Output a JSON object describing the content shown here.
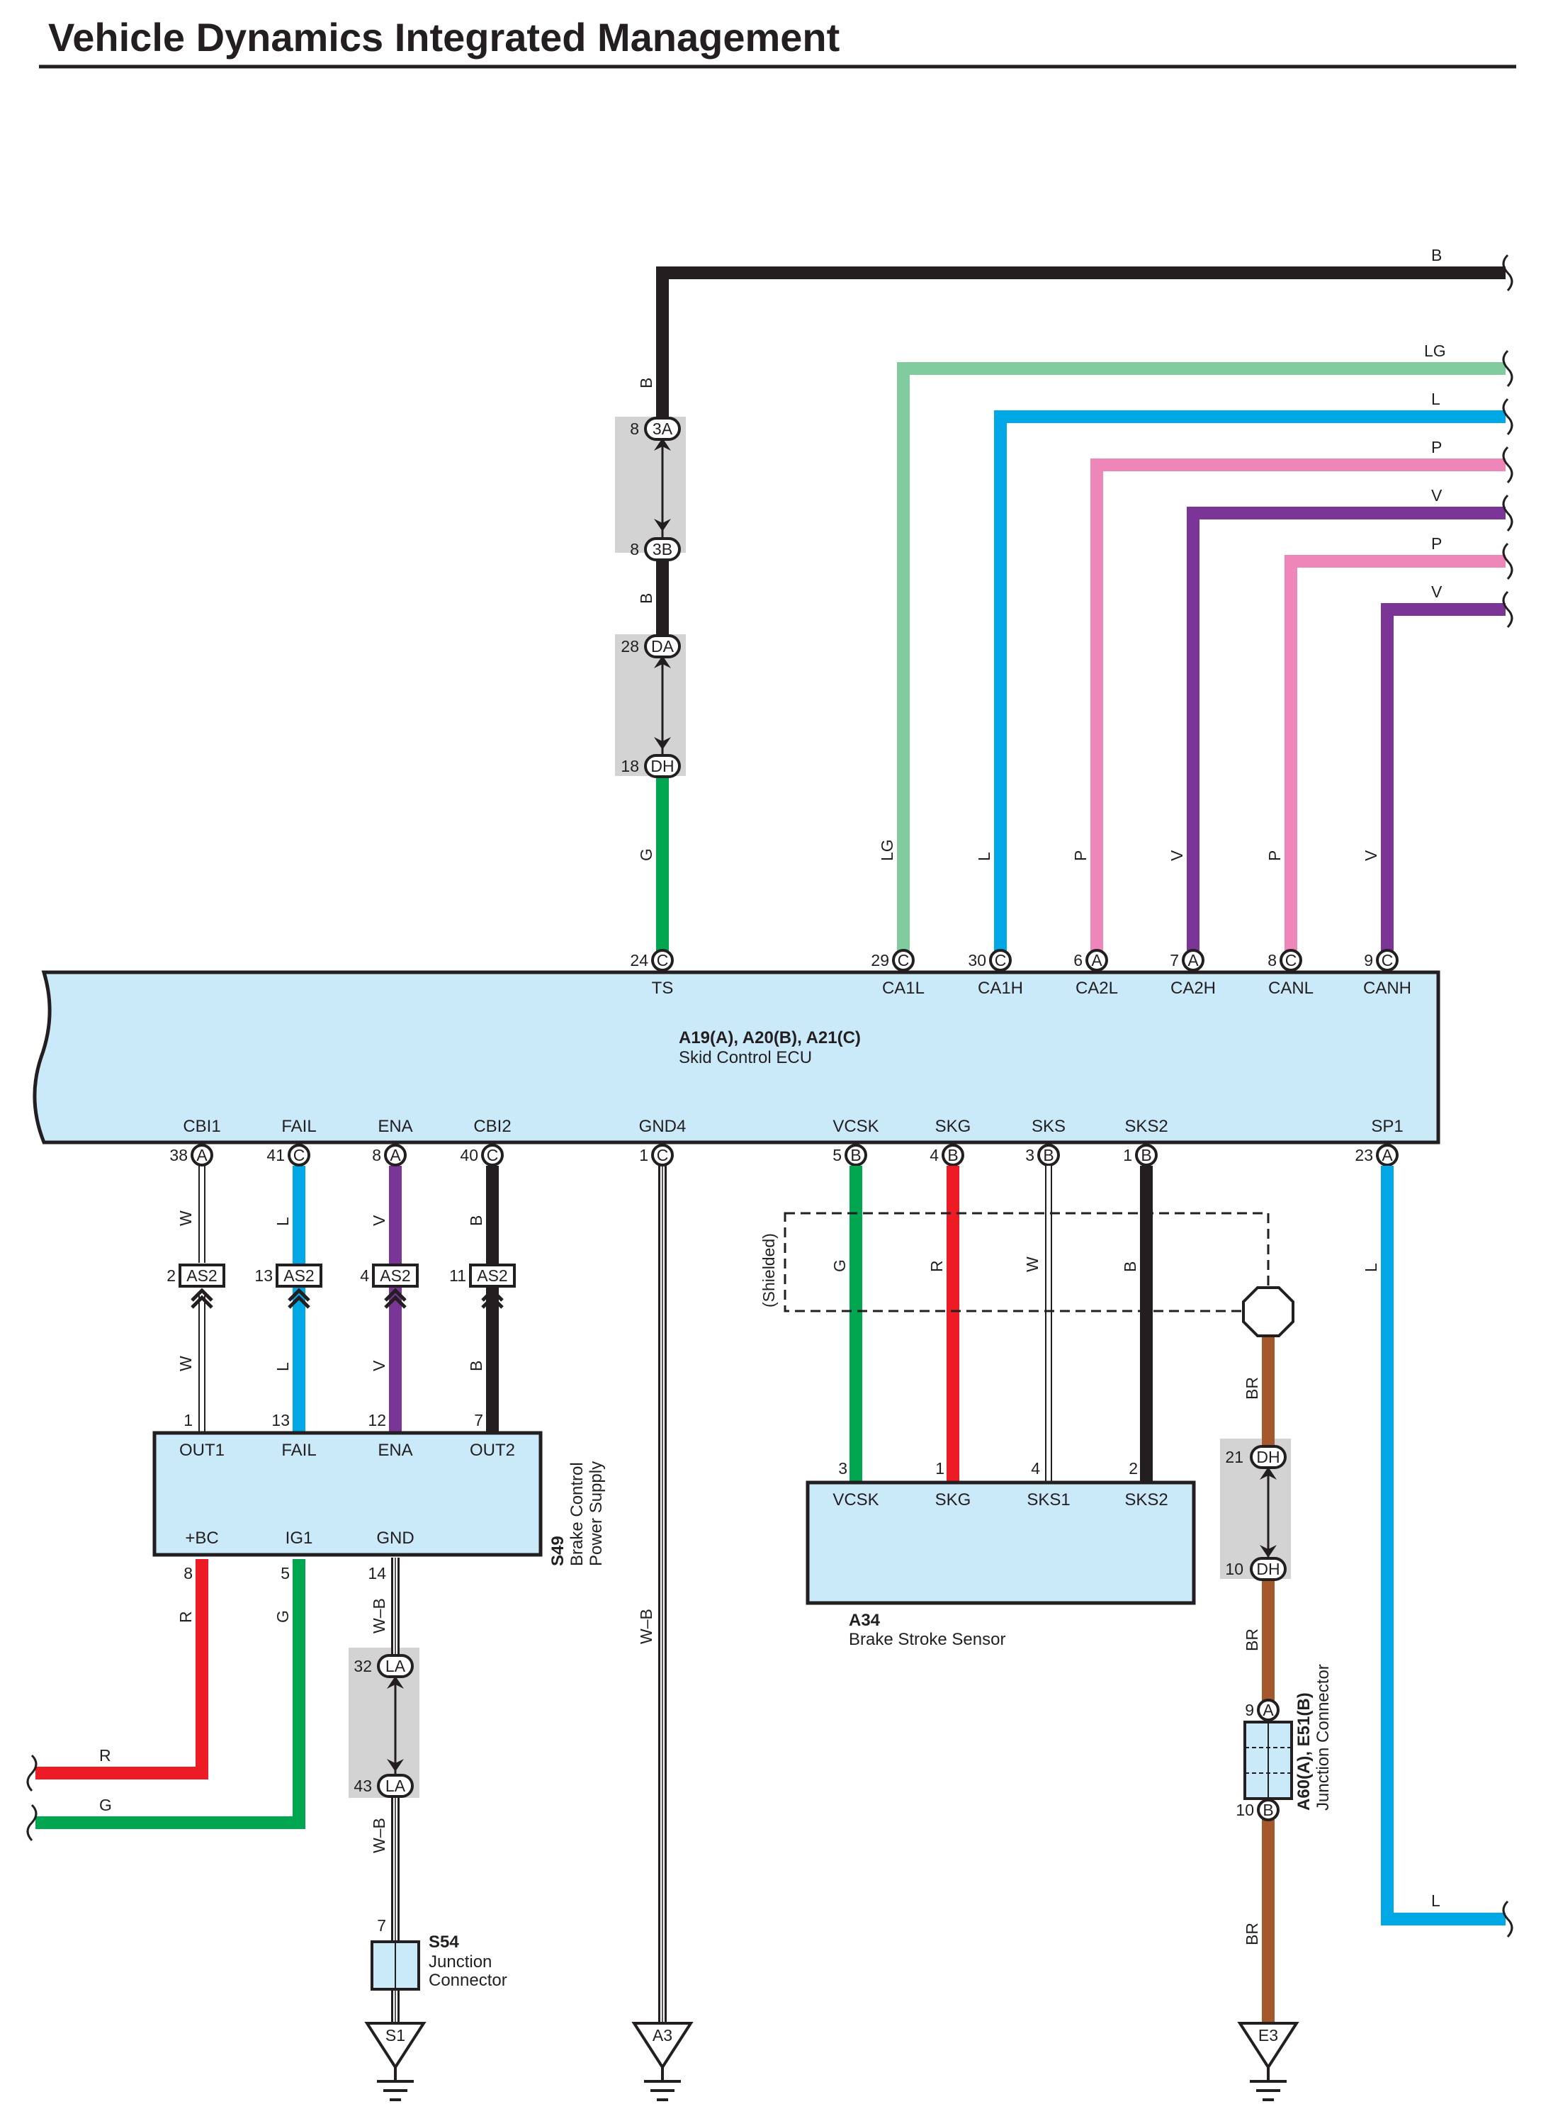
{
  "title": "Vehicle Dynamics Integrated Management",
  "colors": {
    "B": "#231f20",
    "LG": "#80cc9e",
    "L": "#00a9e6",
    "P": "#ef86ba",
    "V": "#7a3597",
    "G": "#00a650",
    "R": "#ed1c24",
    "BR": "#a5582b",
    "W": "#ffffff",
    "W-B": "#ffffff",
    "component_fill": "#cae9f9",
    "inline_fill": "#d3d3d3"
  },
  "components": {
    "ecu": {
      "ref": "A19(A), A20(B), A21(C)",
      "name": "Skid Control ECU"
    },
    "brake_power": {
      "ref": "S49",
      "name_line1": "Brake Control",
      "name_line2": "Power Supply"
    },
    "stroke_sensor": {
      "ref": "A34",
      "name": "Brake Stroke Sensor"
    },
    "s54": {
      "ref": "S54",
      "name_line1": "Junction",
      "name_line2": "Connector"
    },
    "junction": {
      "ref": "A60(A), E51(B)",
      "name": "Junction Connector"
    },
    "shield_label": "(Shielded)"
  },
  "ecu_top_pins": [
    {
      "pin": "24",
      "conn": "C",
      "term": "TS"
    },
    {
      "pin": "29",
      "conn": "C",
      "term": "CA1L"
    },
    {
      "pin": "30",
      "conn": "C",
      "term": "CA1H"
    },
    {
      "pin": "6",
      "conn": "A",
      "term": "CA2L"
    },
    {
      "pin": "7",
      "conn": "A",
      "term": "CA2H"
    },
    {
      "pin": "8",
      "conn": "C",
      "term": "CANL"
    },
    {
      "pin": "9",
      "conn": "C",
      "term": "CANH"
    }
  ],
  "ecu_bottom_pins": [
    {
      "pin": "38",
      "conn": "A",
      "term": "CBI1"
    },
    {
      "pin": "41",
      "conn": "C",
      "term": "FAIL"
    },
    {
      "pin": "8",
      "conn": "A",
      "term": "ENA"
    },
    {
      "pin": "40",
      "conn": "C",
      "term": "CBI2"
    },
    {
      "pin": "1",
      "conn": "C",
      "term": "GND4"
    },
    {
      "pin": "5",
      "conn": "B",
      "term": "VCSK"
    },
    {
      "pin": "4",
      "conn": "B",
      "term": "SKG"
    },
    {
      "pin": "3",
      "conn": "B",
      "term": "SKS"
    },
    {
      "pin": "1",
      "conn": "B",
      "term": "SKS2"
    },
    {
      "pin": "23",
      "conn": "A",
      "term": "SP1"
    }
  ],
  "ts_connectors": [
    {
      "pin": "8",
      "conn": "3A"
    },
    {
      "pin": "8",
      "conn": "3B"
    },
    {
      "pin": "28",
      "conn": "DA"
    },
    {
      "pin": "18",
      "conn": "DH"
    }
  ],
  "as2_connectors": [
    {
      "pin": "2",
      "conn": "AS2"
    },
    {
      "pin": "13",
      "conn": "AS2"
    },
    {
      "pin": "4",
      "conn": "AS2"
    },
    {
      "pin": "11",
      "conn": "AS2"
    }
  ],
  "bps_top_pins": [
    {
      "pin": "1",
      "term": "OUT1"
    },
    {
      "pin": "13",
      "term": "FAIL"
    },
    {
      "pin": "12",
      "term": "ENA"
    },
    {
      "pin": "7",
      "term": "OUT2"
    }
  ],
  "bps_bottom_pins": [
    {
      "pin": "8",
      "term": "+BC"
    },
    {
      "pin": "5",
      "term": "IG1"
    },
    {
      "pin": "14",
      "term": "GND"
    }
  ],
  "sensor_pins": [
    {
      "pin": "3",
      "term": "VCSK"
    },
    {
      "pin": "1",
      "term": "SKG"
    },
    {
      "pin": "4",
      "term": "SKS1"
    },
    {
      "pin": "2",
      "term": "SKS2"
    }
  ],
  "la_connectors": [
    {
      "pin": "32",
      "conn": "LA"
    },
    {
      "pin": "43",
      "conn": "LA"
    }
  ],
  "dh_connectors": [
    {
      "pin": "21",
      "conn": "DH"
    },
    {
      "pin": "10",
      "conn": "DH"
    }
  ],
  "junction_pins": [
    {
      "pin": "9",
      "conn": "A"
    },
    {
      "pin": "10",
      "conn": "B"
    }
  ],
  "s54_pin": "7",
  "grounds": [
    "S1",
    "A3",
    "E3"
  ],
  "right_wires": [
    "B",
    "LG",
    "L",
    "P",
    "V",
    "P",
    "V"
  ],
  "wire_labels": {
    "ts_upper": "B",
    "ts_mid": "B",
    "ts_lower": "G",
    "can_verticals": [
      "LG",
      "L",
      "P",
      "V",
      "P",
      "V"
    ],
    "bottom_upper": [
      "W",
      "L",
      "V",
      "B"
    ],
    "bottom_lower": [
      "W",
      "L",
      "V",
      "B"
    ],
    "gnd4": "W–B",
    "sensor": [
      "G",
      "R",
      "W",
      "B"
    ],
    "sp1": "L",
    "sp1_right": "L",
    "br_upper": "BR",
    "br_mid": "BR",
    "br_lower": "BR",
    "plus_bc": "R",
    "ig1": "G",
    "left_r": "R",
    "left_g": "G",
    "gnd_upper": "W–B",
    "gnd_lower": "W–B"
  }
}
